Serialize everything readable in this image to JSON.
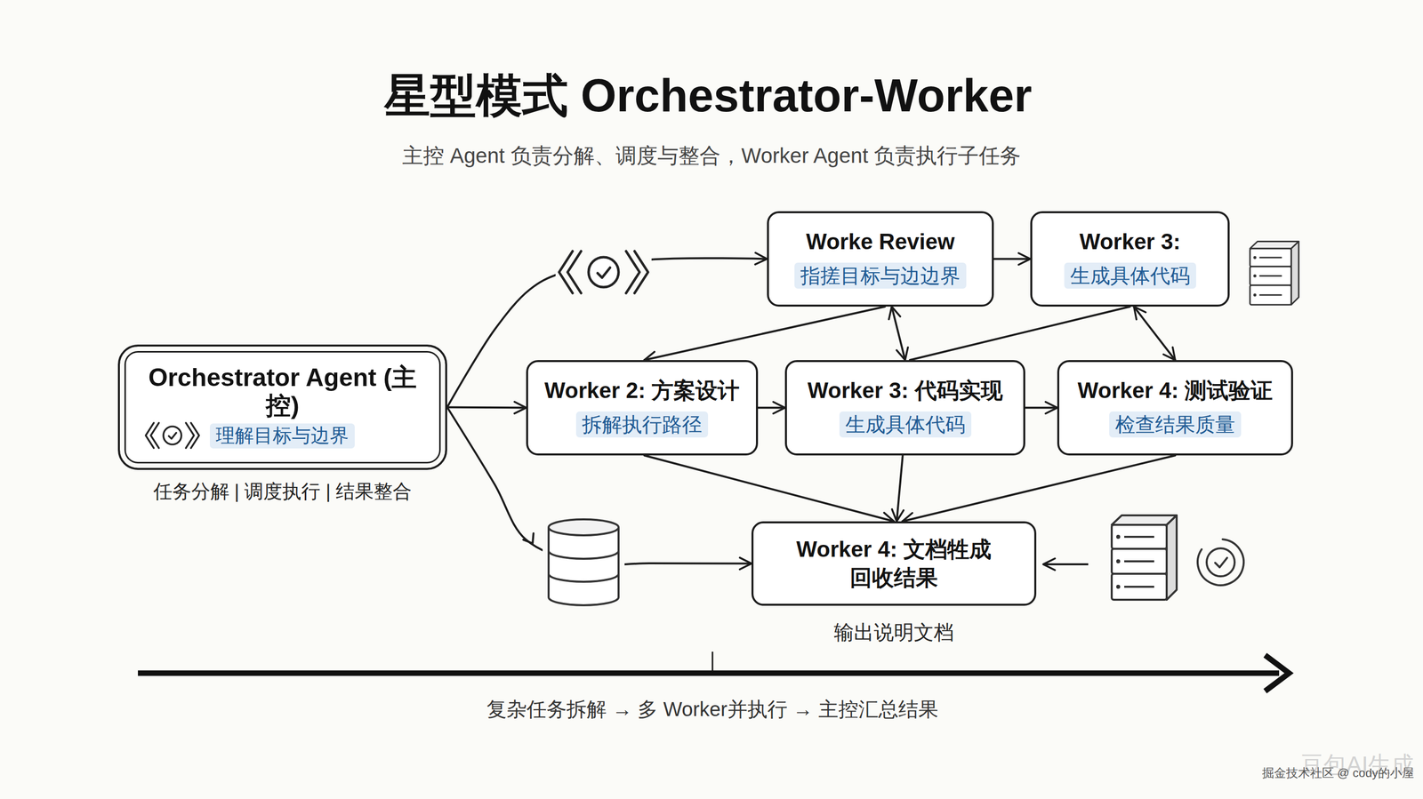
{
  "diagram": {
    "title": "星型模式 Orchestrator-Worker",
    "nodes": [
      {
        "text": [
          "Orchestrator Agent (主控)",
          "理解目标与边界",
          "任务分解 | 调度执行 | 结果整合"
        ]
      },
      {
        "text": [
          "Worke Review",
          "指搓目标与边边界"
        ]
      },
      {
        "text": [
          "Worker 3:",
          "生成具体代码"
        ]
      },
      {
        "text": [
          "Worker 2: 方案设计",
          "拆解执行路径"
        ]
      },
      {
        "text": [
          "Worker 3: 代码实现",
          "生成具体代码"
        ]
      },
      {
        "text": [
          "Worker 4: 测试验证",
          "检查结果质量"
        ]
      },
      {
        "text": [
          "Worker 4: 文档牲成",
          "回收结果",
          "输出说明文档"
        ]
      }
    ],
    "edges": [
      {
        "from": 0,
        "to": 1,
        "arrow": "to"
      },
      {
        "from": 0,
        "to": 3,
        "arrow": "to"
      },
      {
        "from": 0,
        "to": 6,
        "arrow": "to"
      },
      {
        "from": 1,
        "to": 2,
        "arrow": "to"
      },
      {
        "from": 1,
        "to": 3,
        "arrow": "to"
      },
      {
        "from": 1,
        "to": 4,
        "arrow": "both"
      },
      {
        "from": 2,
        "to": 4,
        "arrow": "none"
      },
      {
        "from": 2,
        "to": 5,
        "arrow": "both"
      },
      {
        "from": 3,
        "to": 4,
        "arrow": "to"
      },
      {
        "from": 4,
        "to": 5,
        "arrow": "to"
      },
      {
        "from": 3,
        "to": 6,
        "arrow": "to"
      },
      {
        "from": 4,
        "to": 6,
        "arrow": "to"
      },
      {
        "from": 5,
        "to": 6,
        "arrow": "to"
      }
    ],
    "labels": [
      "主控 Agent 负责分解、调度与整合，Worker Agent 负责执行子任务",
      "复杂任务拆解 → 多 Worker并执行 → 主控汇总结果",
      "豆包AI生成",
      "掘金技术社区 @ cody的小屋"
    ]
  }
}
